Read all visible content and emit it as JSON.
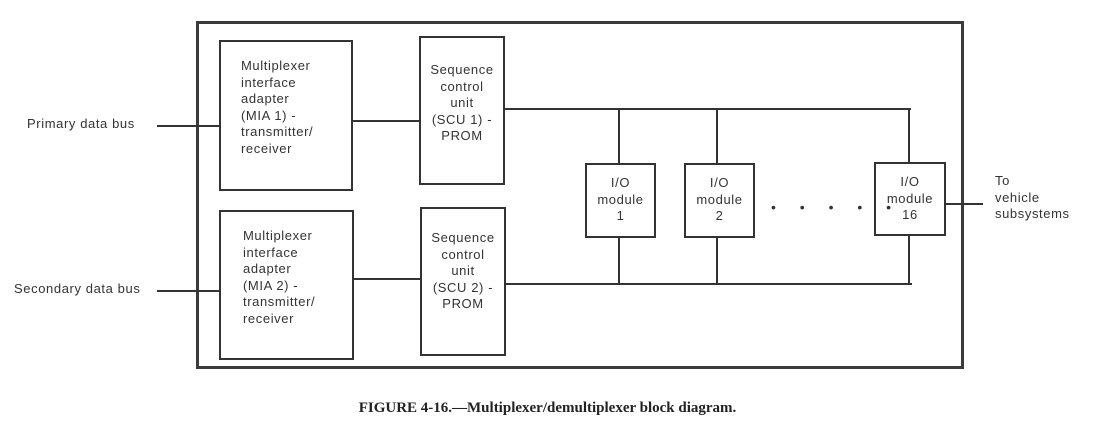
{
  "diagram": {
    "external_labels": {
      "primary_bus": "Primary data bus",
      "secondary_bus": "Secondary data bus",
      "vehicle_subsystems": "To\nvehicle\nsubsystems"
    },
    "blocks": {
      "mia1": "Multiplexer\ninterface\nadapter\n(MIA 1) -\ntransmitter/\nreceiver",
      "mia2": "Multiplexer\ninterface\nadapter\n(MIA 2) -\ntransmitter/\nreceiver",
      "scu1": "Sequence\ncontrol\nunit\n(SCU 1) -\nPROM",
      "scu2": "Sequence\ncontrol\nunit\n(SCU 2) -\nPROM",
      "io1": "I/O\nmodule\n1",
      "io2": "I/O\nmodule\n2",
      "io16": "I/O\nmodule\n16"
    },
    "ellipsis": "• • • • •"
  },
  "caption": "FIGURE 4-16.—Multiplexer/demultiplexer block diagram."
}
